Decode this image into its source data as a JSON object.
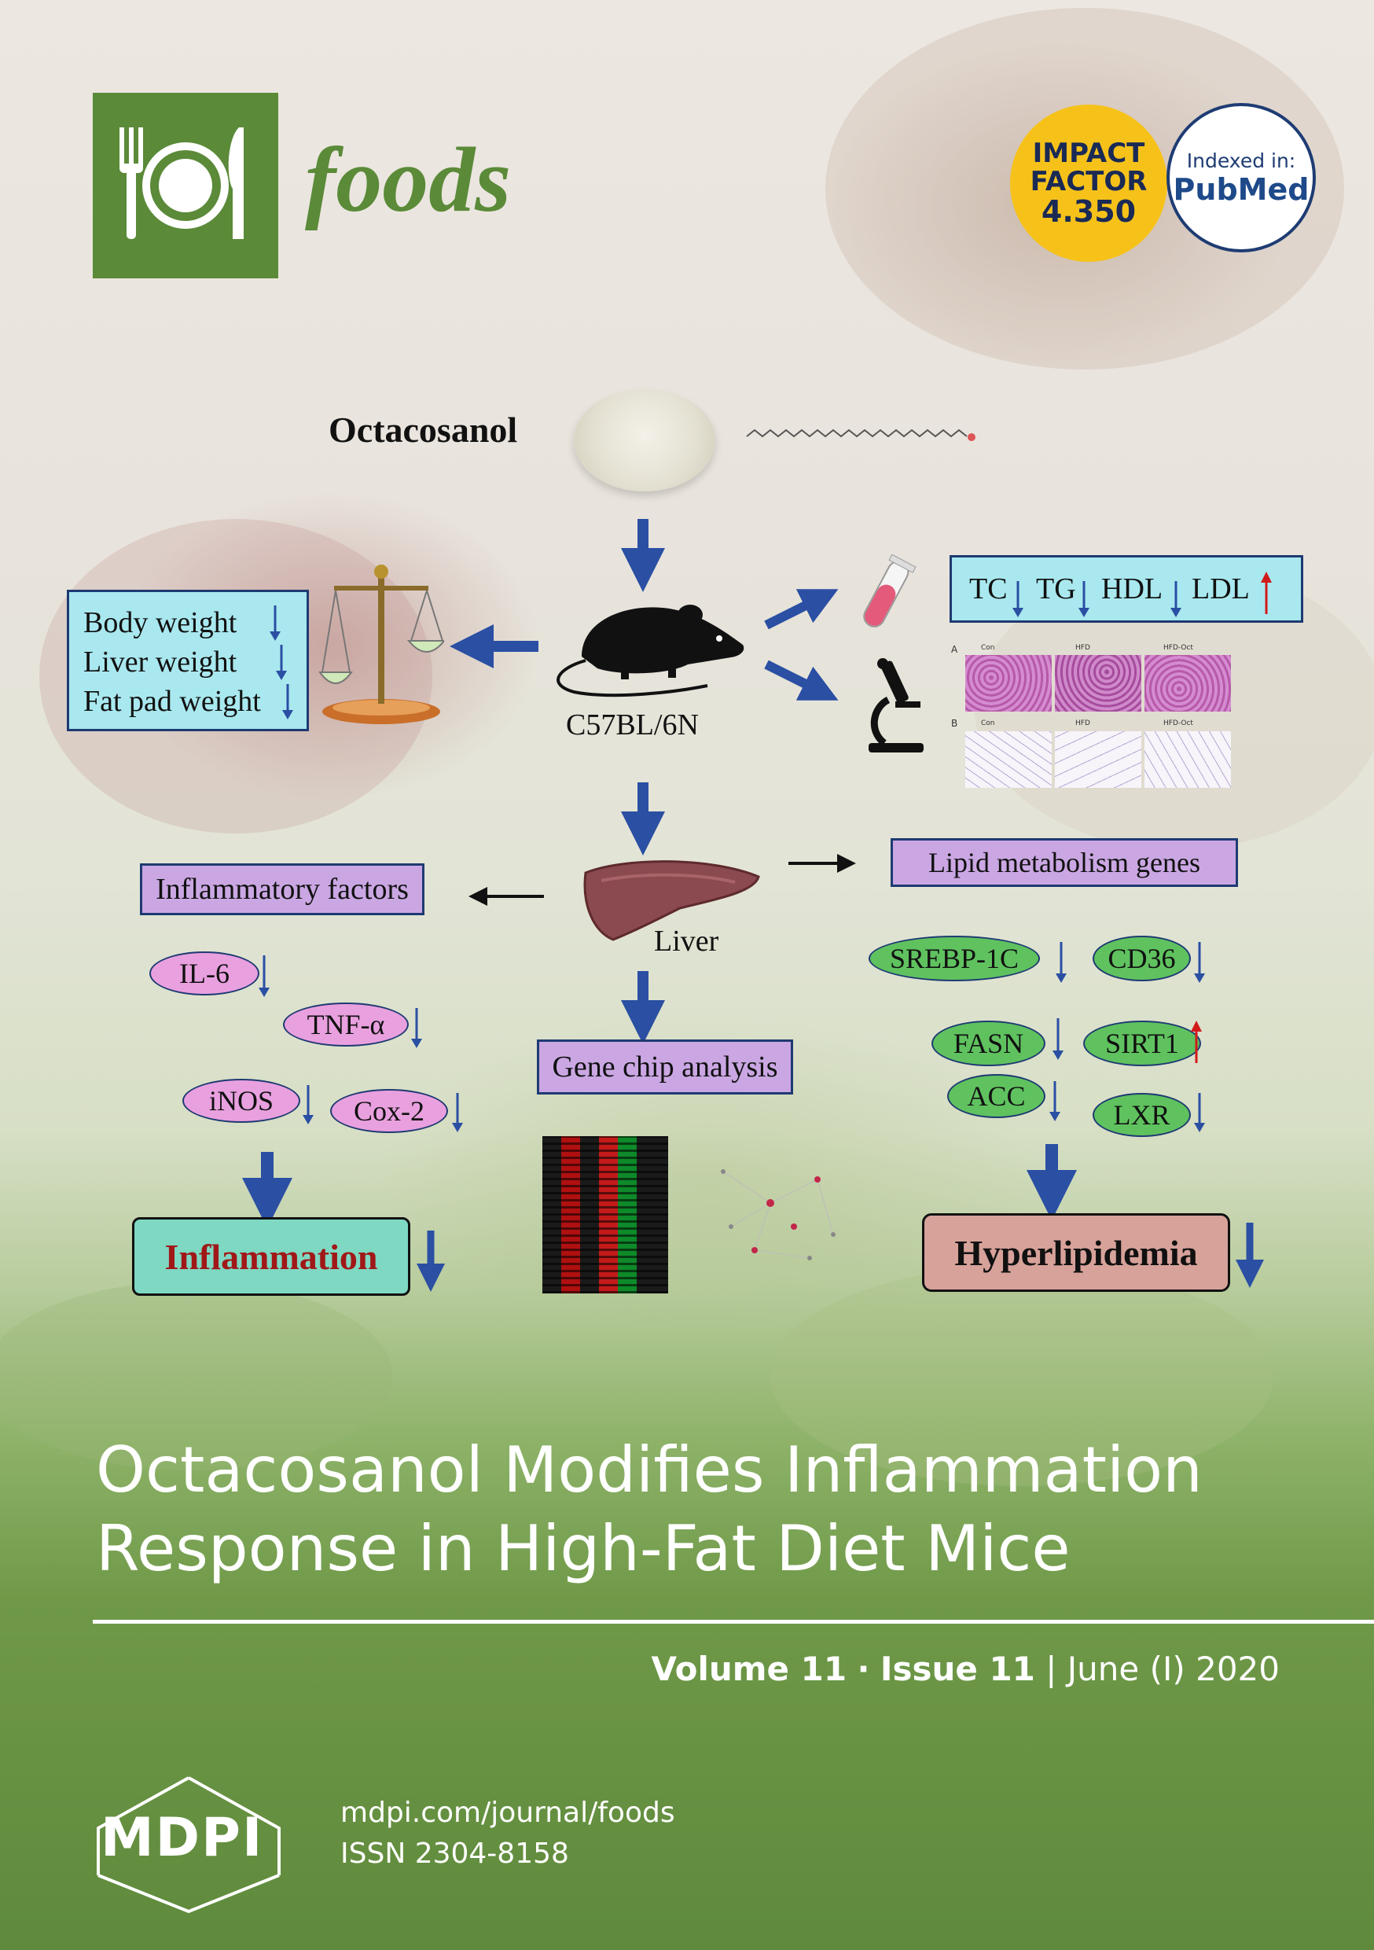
{
  "journal": {
    "name": "foods",
    "impact_factor": {
      "label_line1": "IMPACT",
      "label_line2": "FACTOR",
      "value": "4.350"
    },
    "indexed": {
      "line1": "Indexed in:",
      "line2": "PubMed"
    }
  },
  "figure": {
    "compound": "Octacosanol",
    "mouse_strain": "C57BL/6N",
    "organ": "Liver",
    "weights": {
      "items": [
        "Body weight",
        "Liver weight",
        "Fat pad weight"
      ]
    },
    "serum": {
      "items": [
        "TC",
        "TG",
        "HDL",
        "LDL"
      ]
    },
    "histology_panels": {
      "a_label": "A",
      "b_label": "B",
      "columns": [
        "Con",
        "HFD",
        "HFD-Oct"
      ]
    },
    "inflammatory_factors": {
      "title": "Inflammatory factors",
      "items": [
        "IL-6",
        "TNF-α",
        "iNOS",
        "Cox-2"
      ]
    },
    "outcome_left": "Inflammation",
    "gene_chip": "Gene chip analysis",
    "lipid_genes": {
      "title": "Lipid metabolism genes",
      "items": [
        "SREBP-1C",
        "CD36",
        "FASN",
        "SIRT1",
        "ACC",
        "LXR"
      ]
    },
    "outcome_right": "Hyperlipidemia",
    "colors": {
      "arrow_blue": "#2a4fa3",
      "arrow_red": "#d11a1a",
      "box_cyan": "#a9e8ef",
      "box_purple": "#caa7e3",
      "pill_pink": "#e9a0df",
      "pill_green": "#5fc25f",
      "journal_green": "#5b8a38"
    }
  },
  "article": {
    "title_line1": "Octacosanol Modifies Inflammation",
    "title_line2": "Response in High-Fat Diet Mice",
    "volume": "Volume 11",
    "separator": "·",
    "issue": "Issue 11",
    "divider": "|",
    "date": "June (I) 2020"
  },
  "publisher": {
    "name": "MDPI",
    "url": "mdpi.com/journal/foods",
    "issn": "ISSN 2304-8158"
  }
}
